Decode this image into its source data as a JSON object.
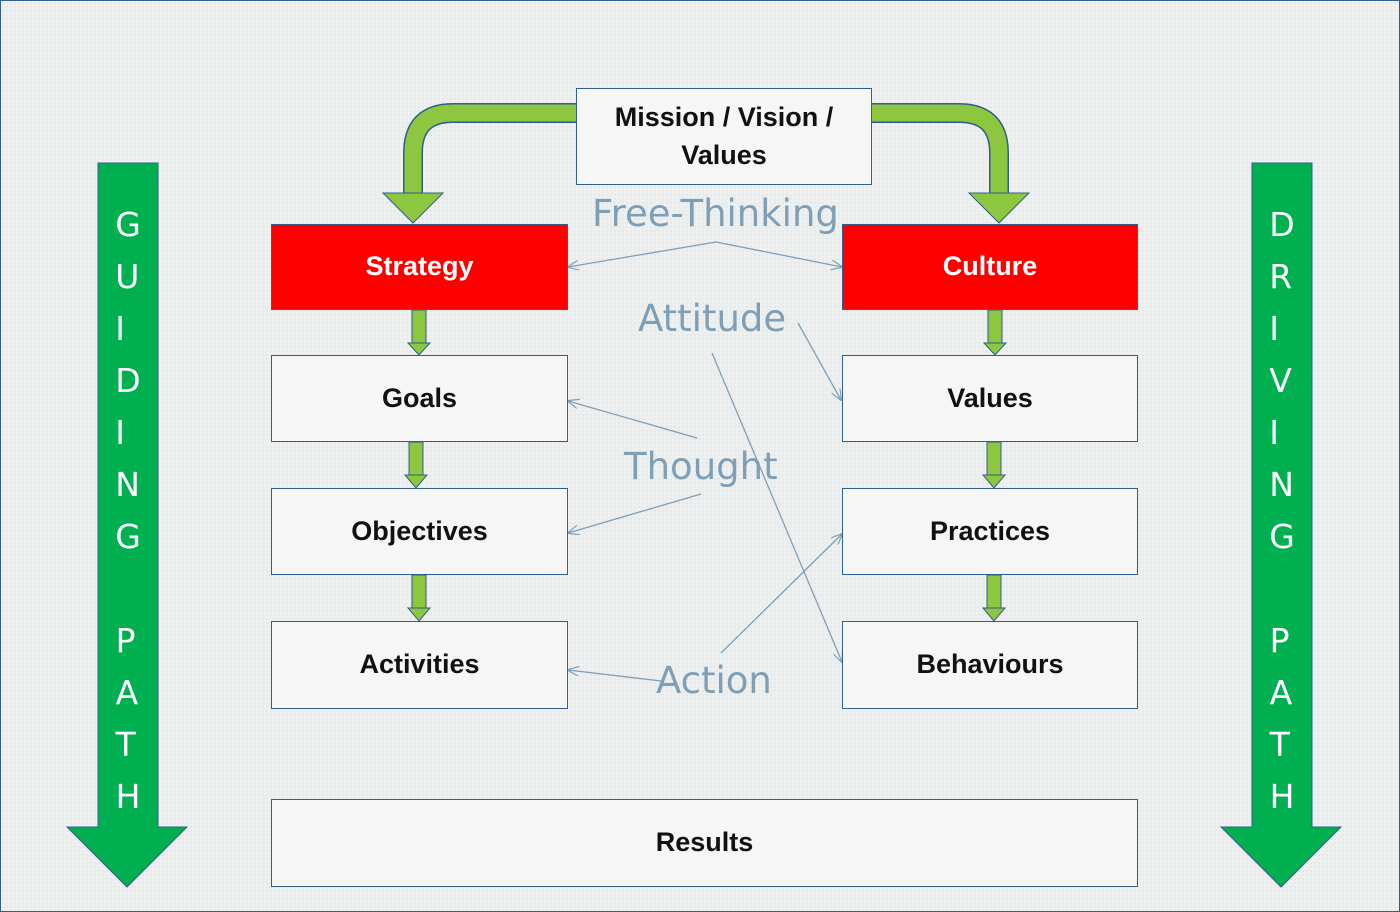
{
  "mission_box": "Mission / Vision / Values",
  "strategy_box": "Strategy",
  "culture_box": "Culture",
  "guiding": {
    "boxes": [
      "Goals",
      "Objectives",
      "Activities"
    ]
  },
  "driving": {
    "boxes": [
      "Values",
      "Practices",
      "Behaviours"
    ]
  },
  "results_box": "Results",
  "labels": {
    "free_thinking": "Free-Thinking",
    "attitude": "Attitude",
    "thought": "Thought",
    "action": "Action"
  },
  "side_arrows": {
    "left_word1": "GUIDING",
    "left_word2": "PATH",
    "right_word1": "DRIVING",
    "right_word2": "PATH"
  },
  "colors": {
    "arrow_green": "#00b050",
    "connector_green": "#8dc63f",
    "highlight_red": "#ff0000",
    "border_blue": "#2f5f8a",
    "label_blue": "#7f9fb6"
  }
}
